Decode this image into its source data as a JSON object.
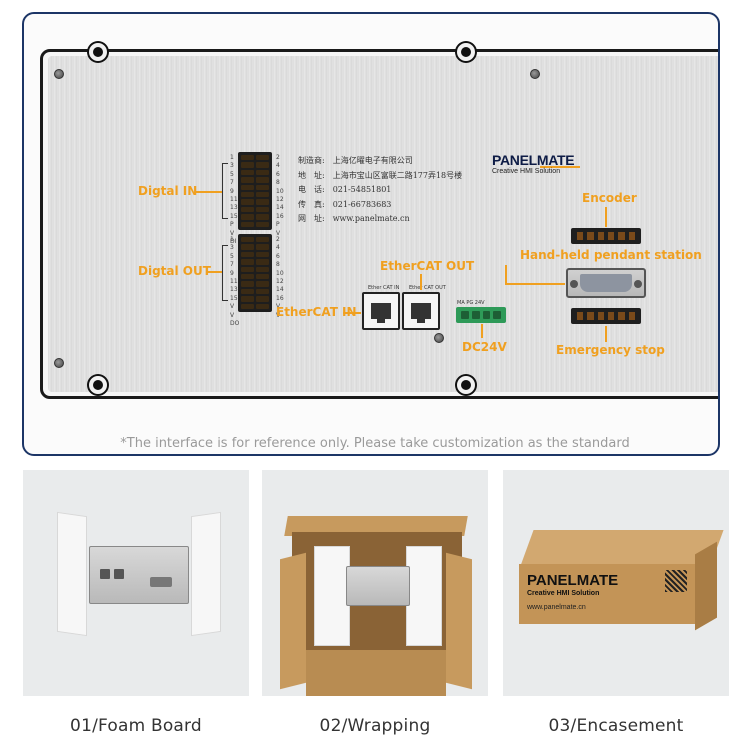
{
  "labels": {
    "digital_in": "Digtal IN",
    "digital_out": "Digtal OUT",
    "ethercat_in": "EtherCAT IN",
    "ethercat_out": "EtherCAT OUT",
    "encoder": "Encoder",
    "pendant": "Hand-held pendant station",
    "estop": "Emergency stop",
    "dc24": "DC24V"
  },
  "manufacturer": {
    "rows": [
      {
        "key": "制造商:",
        "value": "上海亿曜电子有限公司"
      },
      {
        "key": "地　址:",
        "value": "上海市宝山区富联二路177弄18号楼"
      },
      {
        "key": "电　话:",
        "value": "021-54851801"
      },
      {
        "key": "传　真:",
        "value": "021-66783683"
      },
      {
        "key": "网　址:",
        "value": "www.panelmate.cn"
      }
    ]
  },
  "logo": {
    "brand_a": "PANEL",
    "brand_b": "MATE",
    "tagline": "Creative HMI Solution"
  },
  "port_tags": {
    "ecat_in": "Ether CAT IN",
    "ecat_out": "Ether CAT OUT",
    "power": "MA PG  24V"
  },
  "pin_numbers": {
    "in_left": [
      "1",
      "3",
      "5",
      "7",
      "9",
      "11",
      "13",
      "15",
      "P",
      "V",
      "DI"
    ],
    "in_right": [
      "2",
      "4",
      "6",
      "8",
      "10",
      "12",
      "14",
      "16",
      "P",
      "V"
    ],
    "out_left": [
      "1",
      "3",
      "5",
      "7",
      "9",
      "11",
      "13",
      "15",
      "V",
      "V",
      "DO"
    ],
    "out_right": [
      "2",
      "4",
      "6",
      "8",
      "10",
      "12",
      "14",
      "16",
      "V",
      "V"
    ]
  },
  "disclaimer": "*The interface is for reference only. Please take customization as the standard",
  "steps": [
    {
      "caption": "01/Foam Board"
    },
    {
      "caption": "02/Wrapping"
    },
    {
      "caption": "03/Encasement"
    }
  ],
  "box_print": {
    "brand": "PANELMATE",
    "sub": "Creative HMI Solution",
    "url": "www.panelmate.cn"
  },
  "colors": {
    "accent": "#f0a020",
    "frame": "#1c3566",
    "brand": "#0d1b45"
  }
}
